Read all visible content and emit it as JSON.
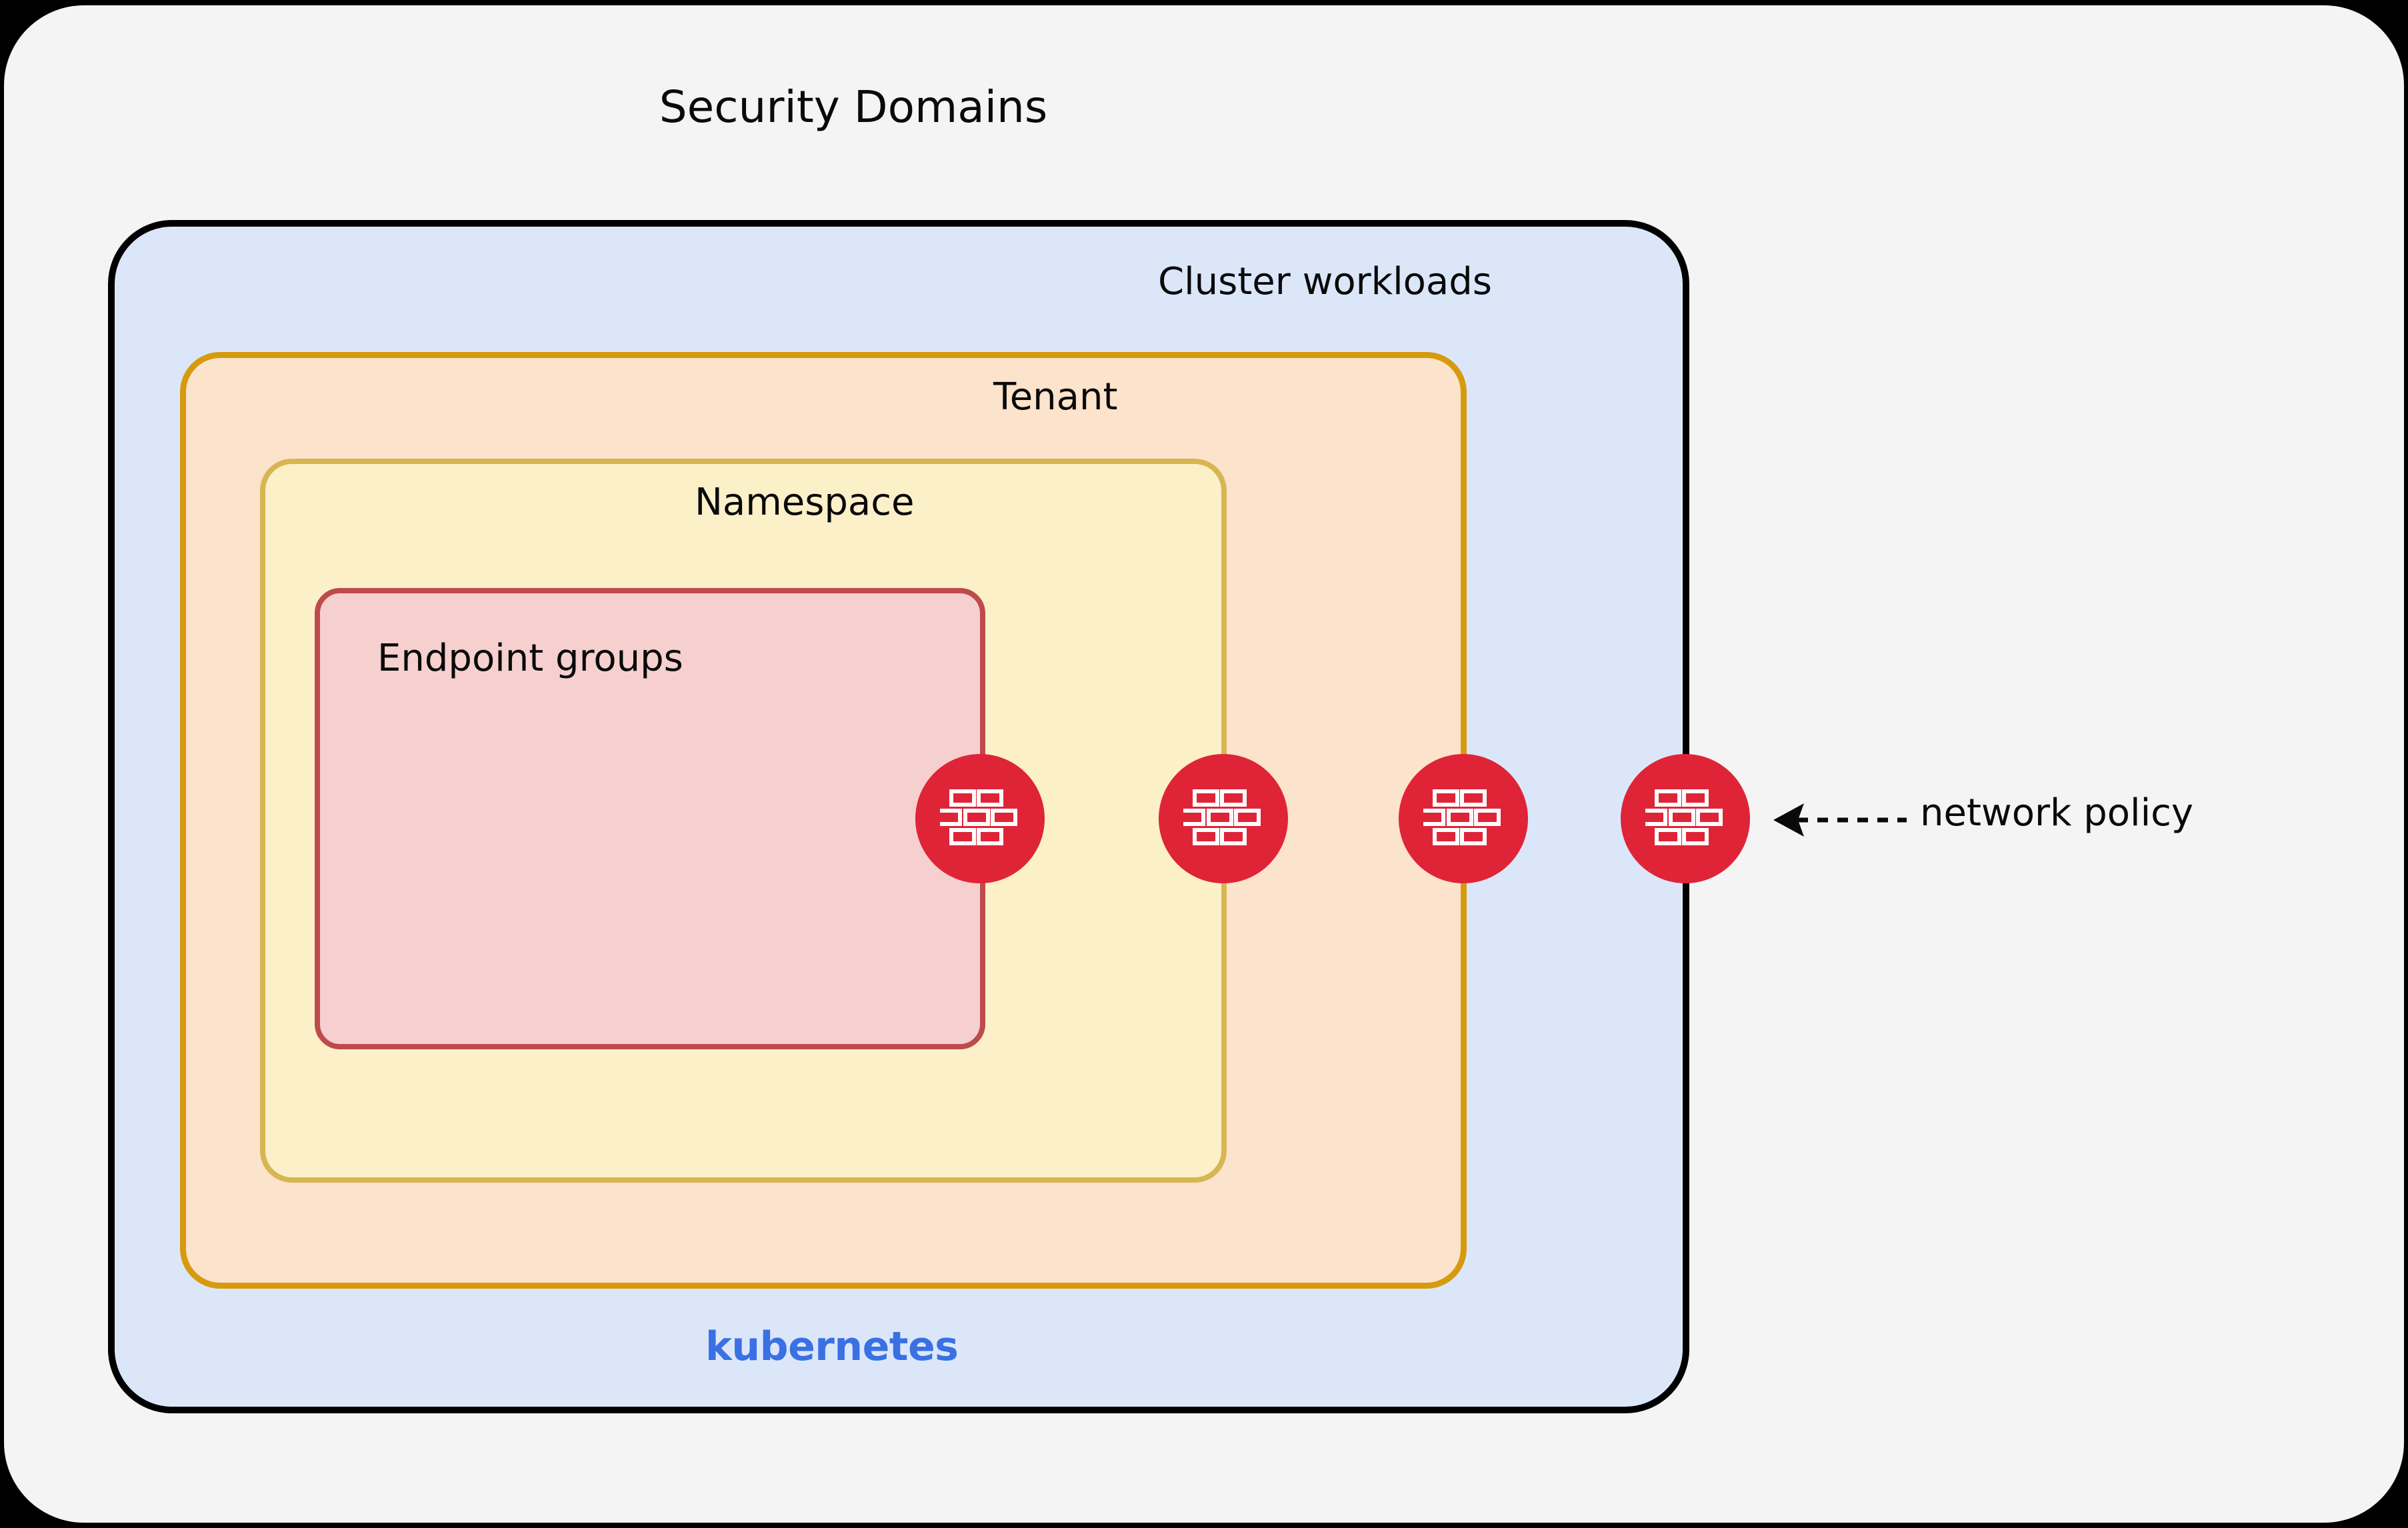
{
  "title": "Security Domains",
  "colors": {
    "page_background": "#000000",
    "panel_background": "#F4F4F4",
    "cluster_fill": "#DBE7F9",
    "cluster_border": "#000000",
    "tenant_fill": "#FCE3CB",
    "tenant_border": "#D69A0E",
    "namespace_fill": "#FCF0C9",
    "namespace_border": "#D7B552",
    "endpoint_fill": "#F6CFCF",
    "endpoint_border": "#BE4B4B",
    "firewall_red": "#E02437",
    "kubernetes_blue": "#3970E4"
  },
  "boxes": {
    "cluster": {
      "label": "Cluster workloads",
      "brand": "kubernetes"
    },
    "tenant": {
      "label": "Tenant"
    },
    "namespace": {
      "label": "Namespace"
    },
    "endpoint_groups": {
      "label": "Endpoint groups"
    }
  },
  "annotation": {
    "label": "network policy",
    "arrow_style": "dashed-left-arrow"
  },
  "firewall_icons": [
    {
      "name": "firewall-endpoint-groups-boundary"
    },
    {
      "name": "firewall-namespace-boundary"
    },
    {
      "name": "firewall-tenant-boundary"
    },
    {
      "name": "firewall-cluster-boundary"
    }
  ]
}
